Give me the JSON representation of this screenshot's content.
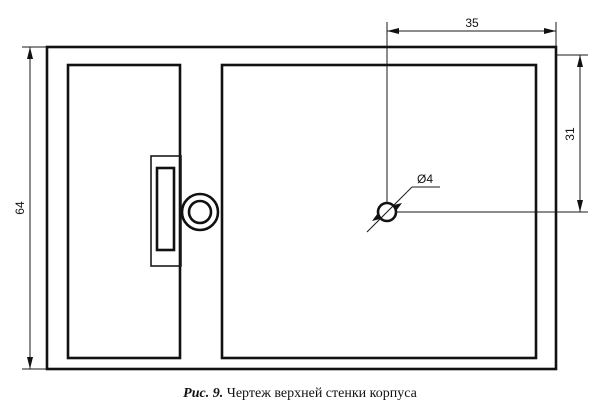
{
  "drawing": {
    "dim_top_width": "35",
    "dim_right_height": "31",
    "dim_left_height": "64",
    "dim_hole_diameter": "Ø4"
  },
  "caption": {
    "figure_label": "Рис. 9.",
    "text": "Чертеж верхней стенки корпуса"
  },
  "colors": {
    "ink": "#111111",
    "paper": "#ffffff"
  }
}
